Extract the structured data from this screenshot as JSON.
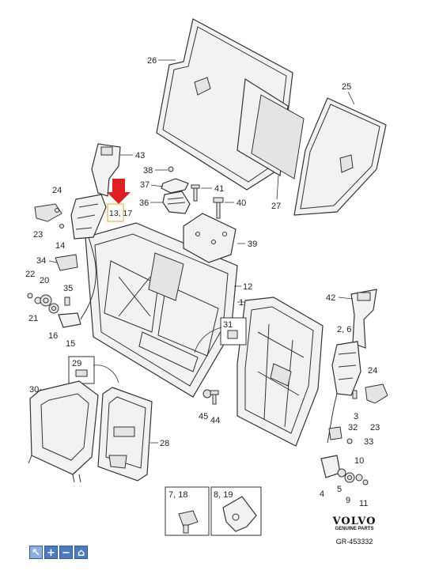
{
  "labels": {
    "p26": "26",
    "p25": "25",
    "p27": "27",
    "p43": "43",
    "p38": "38",
    "p37": "37",
    "p41": "41",
    "p36": "36",
    "p40": "40",
    "p24a": "24",
    "p23a": "23",
    "p14": "14",
    "p1317": "13, 17",
    "p39": "39",
    "p34": "34",
    "p22": "22",
    "p20": "20",
    "p35": "35",
    "p12": "12",
    "p1": "1",
    "p21": "21",
    "p16": "16",
    "p15": "15",
    "p31": "31",
    "p42": "42",
    "p26b": "2, 6",
    "p29": "29",
    "p30": "30",
    "p24b": "24",
    "p3": "3",
    "p23b": "23",
    "p45": "45",
    "p44": "44",
    "p32": "32",
    "p33": "33",
    "p28": "28",
    "p10": "10",
    "p4": "4",
    "p5": "5",
    "p9": "9",
    "p11": "11",
    "p718": "7, 18",
    "p819": "8, 19"
  },
  "brand": {
    "logo": "VOLVO",
    "subtitle": "GENUINE PARTS",
    "code": "GR-453332"
  },
  "toolbar": {
    "buttons": [
      {
        "name": "select-tool-button",
        "glyph": "↖"
      },
      {
        "name": "zoom-in-button",
        "glyph": "+"
      },
      {
        "name": "zoom-out-button",
        "glyph": "−"
      },
      {
        "name": "home-button",
        "glyph": "⌂"
      }
    ]
  },
  "colors": {
    "highlight_arrow": "#e02020",
    "highlight_box": "#f0a020",
    "toolbar_button": "#4a7cc4"
  }
}
